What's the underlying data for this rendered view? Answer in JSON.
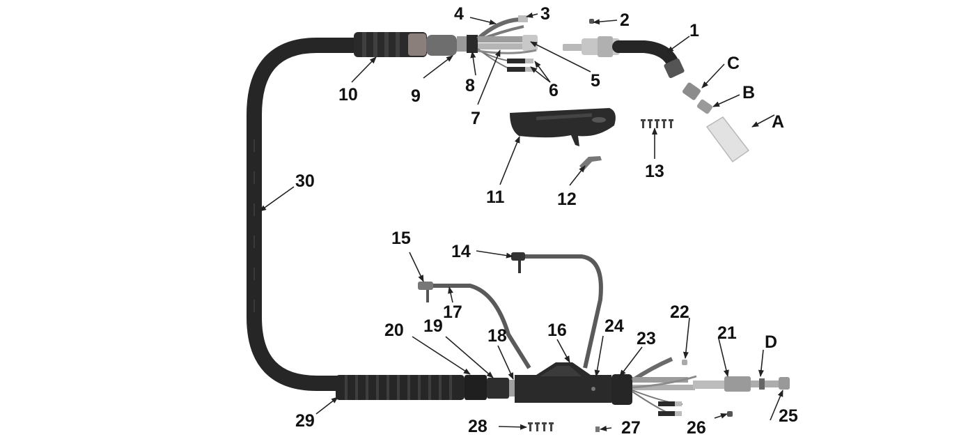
{
  "callouts": {
    "1": "1",
    "2": "2",
    "3": "3",
    "4": "4",
    "5": "5",
    "6": "6",
    "7": "7",
    "8": "8",
    "9": "9",
    "10": "10",
    "11": "11",
    "12": "12",
    "13": "13",
    "14": "14",
    "15": "15",
    "16": "16",
    "17": "17",
    "18": "18",
    "19": "19",
    "20": "20",
    "21": "21",
    "22": "22",
    "23": "23",
    "24": "24",
    "25": "25",
    "26": "26",
    "27": "27",
    "28": "28",
    "29": "29",
    "30": "30",
    "A": "A",
    "B": "B",
    "C": "C",
    "D": "D"
  },
  "colors": {
    "cable": "#262626",
    "body": "#333333",
    "metal": "#b8b8b8",
    "nozzle": "#e2e2e2",
    "text": "#111111"
  }
}
